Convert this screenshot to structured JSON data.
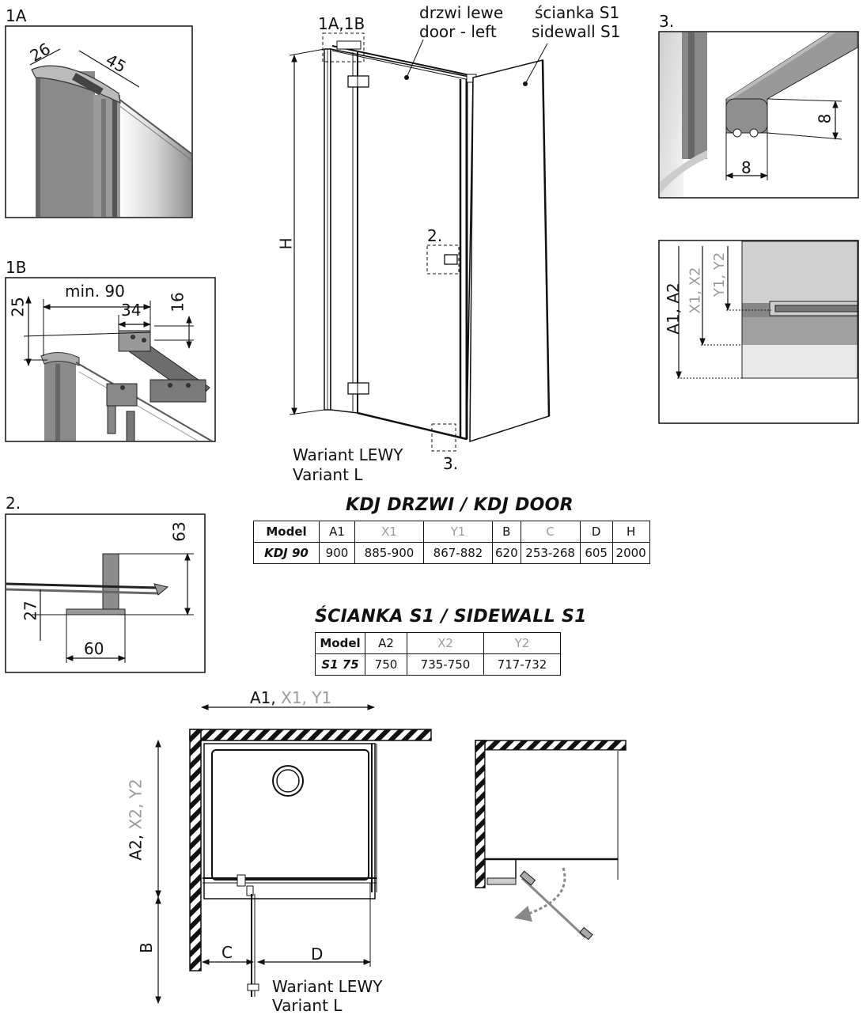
{
  "labels": {
    "fig_1a": "1A",
    "fig_1b": "1B",
    "fig_2": "2.",
    "fig_3": "3.",
    "callout_1a1b": "1A,1B",
    "callout_2": "2.",
    "callout_3": "3.",
    "door_left_pl": "drzwi lewe",
    "door_left_en": "door - left",
    "sidewall_pl": "ścianka S1",
    "sidewall_en": "sidewall S1",
    "height": "H",
    "variant_pl": "Wariant LEWY",
    "variant_en": "Variant L"
  },
  "dims": {
    "d1a_26": "26",
    "d1a_45": "45",
    "d1b_min90": "min. 90",
    "d1b_34": "34",
    "d1b_25": "25",
    "d1b_16": "16",
    "d2_63": "63",
    "d2_27": "27",
    "d2_60": "60",
    "d3_8h": "8",
    "d3_8w": "8",
    "dx_a1a2": "A1, A2",
    "dx_x1x2": "X1, X2",
    "dx_y1y2": "Y1, Y2"
  },
  "plan": {
    "width_main": "A1, ",
    "width_gray": "X1, Y1",
    "depth_main": "A2, ",
    "depth_gray": "X2, Y2",
    "b": "B",
    "c": "C",
    "d": "D",
    "variant_pl": "Wariant LEWY",
    "variant_en": "Variant L"
  },
  "door_table": {
    "title": "KDJ DRZWI / KDJ DOOR",
    "headers": [
      "Model",
      "A1",
      "X1",
      "Y1",
      "B",
      "C",
      "D",
      "H"
    ],
    "row": [
      "KDJ 90",
      "900",
      "885-900",
      "867-882",
      "620",
      "253-268",
      "605",
      "2000"
    ]
  },
  "sidewall_table": {
    "title": "ŚCIANKA S1 / SIDEWALL S1",
    "headers": [
      "Model",
      "A2",
      "X2",
      "Y2"
    ],
    "row": [
      "S1 75",
      "750",
      "735-750",
      "717-732"
    ]
  }
}
